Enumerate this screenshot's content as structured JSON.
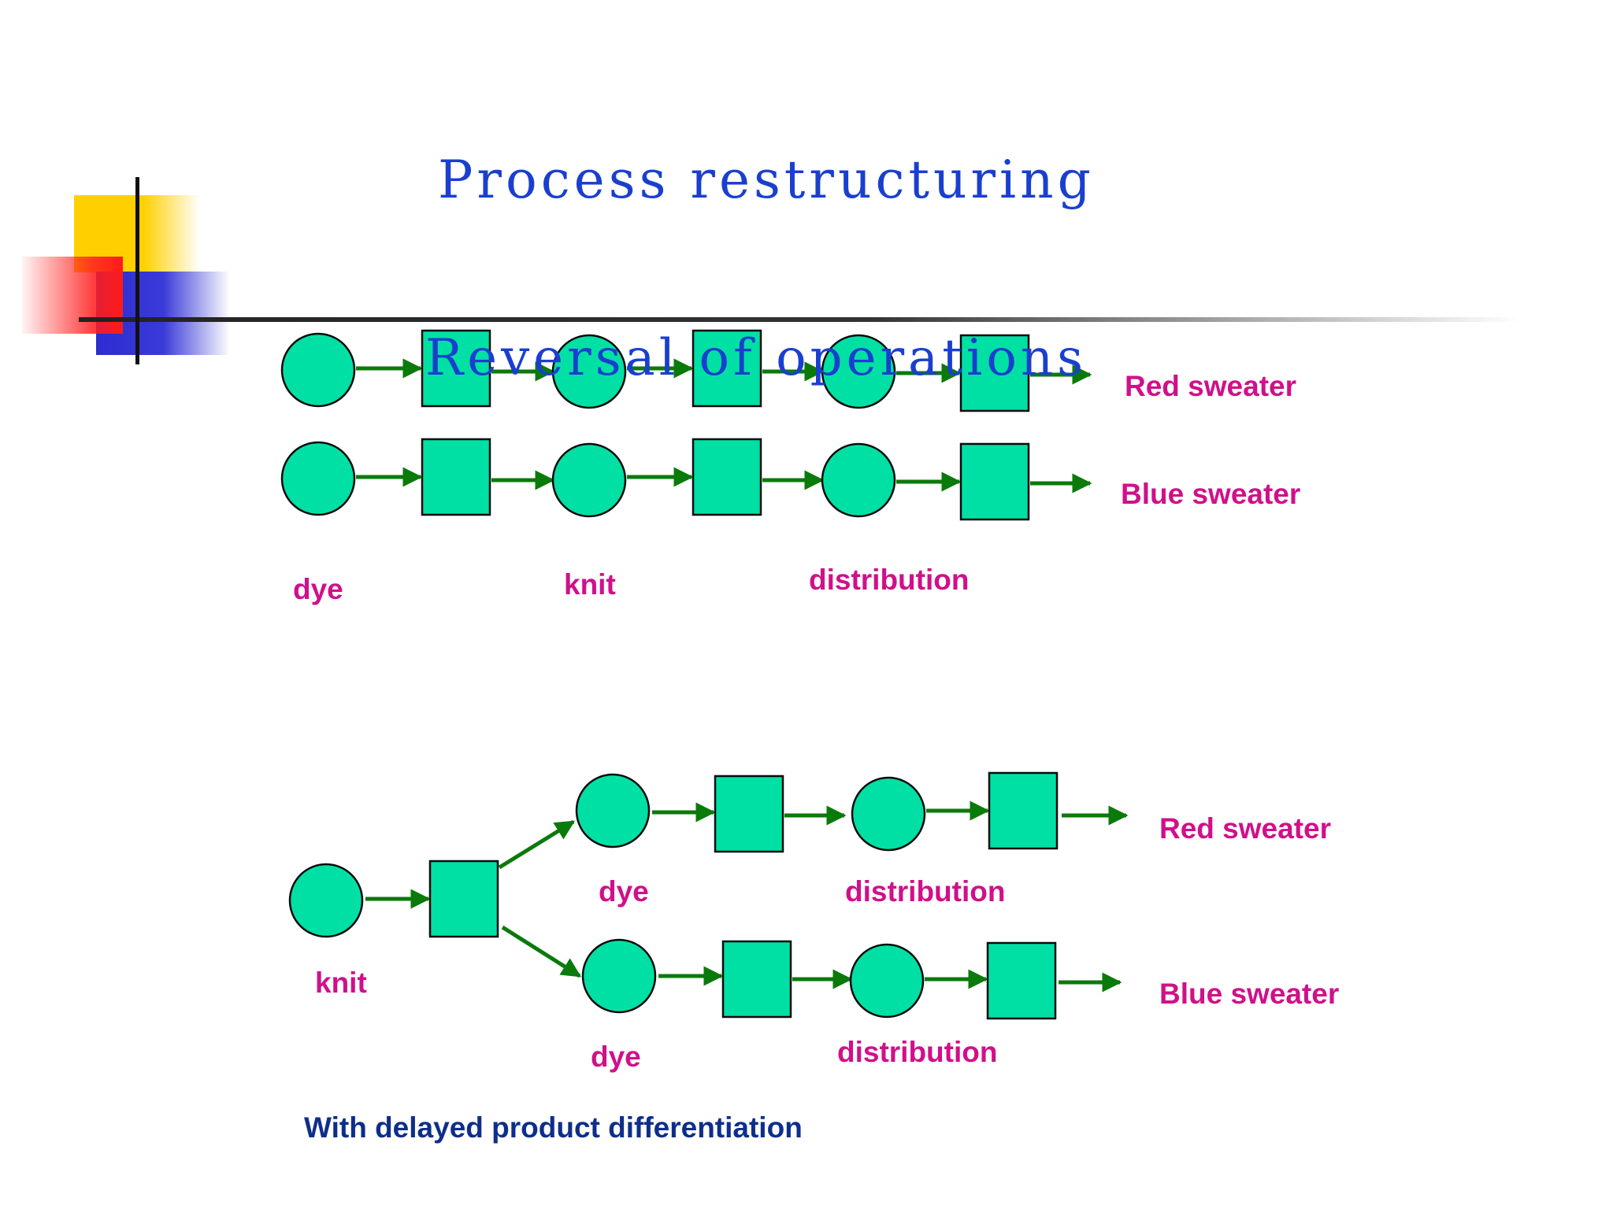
{
  "slide": {
    "title": "Process restructuring",
    "subtitle": "Reversal of operations"
  },
  "colors": {
    "title": "#1a3fcf",
    "node_fill": "#00e0a4",
    "node_stroke": "#0a0a0a",
    "arrow": "#0a7a0a",
    "label": "#d0108a",
    "note": "#0e2e8a"
  },
  "top_flow": {
    "products": [
      "Red sweater",
      "Blue sweater"
    ],
    "stages": [
      "dye",
      "knit",
      "distribution"
    ]
  },
  "bottom_flow": {
    "first_stage": "knit",
    "branches": [
      {
        "product": "Red sweater",
        "stages": [
          "dye",
          "distribution"
        ]
      },
      {
        "product": "Blue sweater",
        "stages": [
          "dye",
          "distribution"
        ]
      }
    ],
    "caption": "With delayed product differentiation"
  }
}
